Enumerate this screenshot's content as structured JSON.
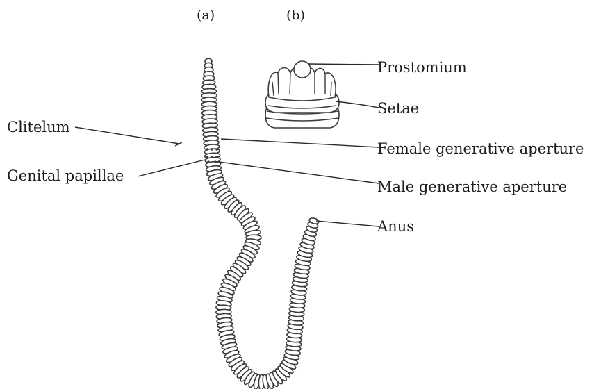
{
  "panels": {
    "a": "(a)",
    "b": "(b)"
  },
  "labels": {
    "prostomium": "Prostomium",
    "setae": "Setae",
    "clitelum": "Clitelum",
    "female_aperture": "Female generative aperture",
    "genital_papillae": "Genital papillae",
    "male_aperture": "Male generative aperture",
    "anus": "Anus"
  },
  "colors": {
    "ink": "#3a3a3a",
    "background": "#ffffff"
  }
}
